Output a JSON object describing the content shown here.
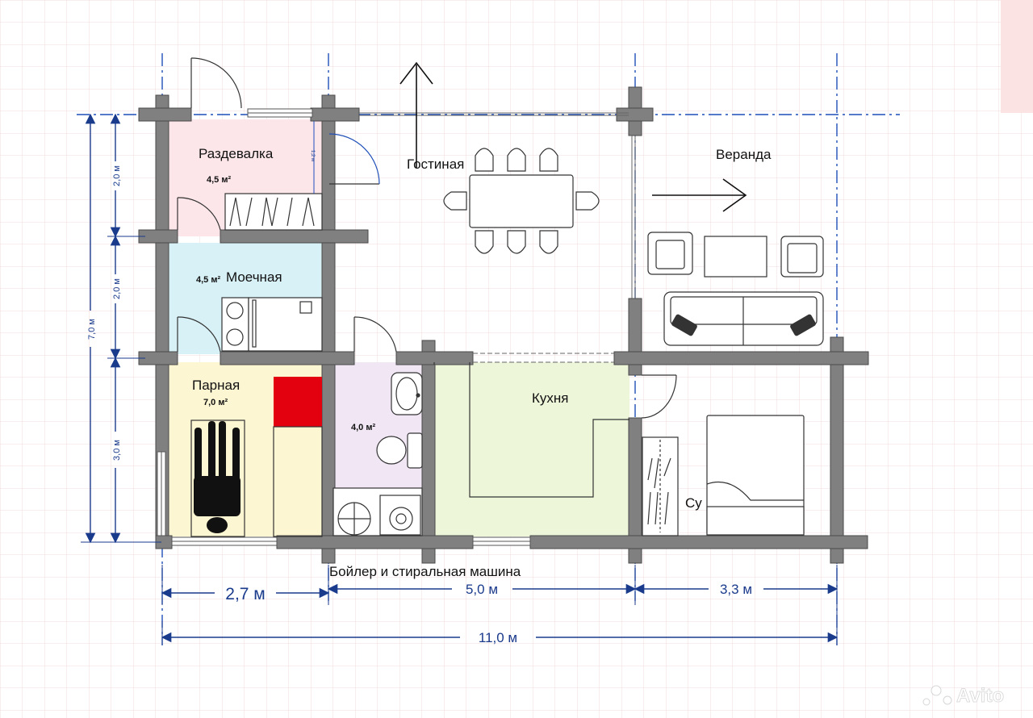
{
  "rooms": {
    "razdevalka": {
      "name": "Раздевалка",
      "area": "4,5 м²",
      "door_width": "1,2 м"
    },
    "moechnaya": {
      "name": "Моечная",
      "area": "4,5 м²"
    },
    "parnaya": {
      "name": "Парная",
      "area": "7,0 м²"
    },
    "su": {
      "area": "4,0 м²"
    },
    "gostinaya": {
      "name": "Гостиная"
    },
    "kuhnya": {
      "name": "Кухня"
    },
    "veranda": {
      "name": "Веранда"
    },
    "bedroom": {
      "name": "Су"
    },
    "boiler": {
      "name": "Бойлер и стиральная машина"
    }
  },
  "dimensions": {
    "width_left": "2,7 м",
    "width_mid": "5,0 м",
    "width_right": "3,3 м",
    "width_total": "11,0 м",
    "height_total": "7,0 м",
    "height_top": "2,0 м",
    "height_mid": "2,0 м",
    "height_bottom": "3,0 м"
  },
  "colors": {
    "razdevalka_fill": "#fde6ea",
    "moechnaya_fill": "#d8f1f6",
    "parnaya_fill": "#fdf6d2",
    "su_fill": "#f0e6f4",
    "kuhnya_fill": "#eef6da",
    "wall": "#808080",
    "stove": "#e3000f",
    "dimension": "#1a3a8c",
    "axis": "#1f4fb8",
    "grid": "#e7c9cc"
  },
  "watermark": "Avito"
}
